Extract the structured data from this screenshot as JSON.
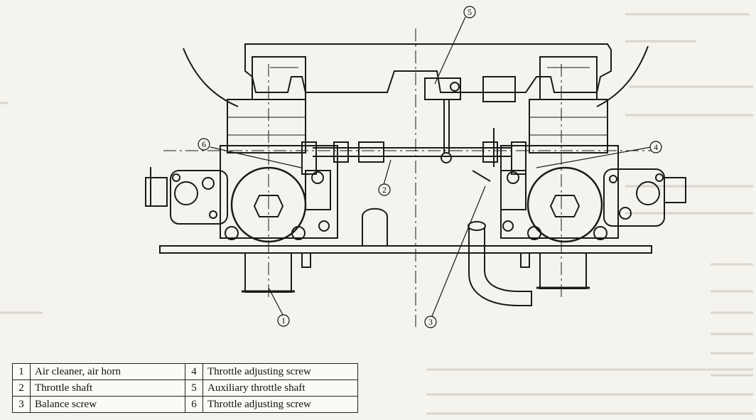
{
  "callouts": {
    "c1": "1",
    "c2": "2",
    "c3": "3",
    "c4": "4",
    "c5": "5",
    "c6": "6"
  },
  "legend": [
    {
      "num": "1",
      "label": "Air cleaner, air horn",
      "num2": "4",
      "label2": "Throttle adjusting screw"
    },
    {
      "num": "2",
      "label": "Throttle shaft",
      "num2": "5",
      "label2": "Auxiliary throttle shaft"
    },
    {
      "num": "3",
      "label": "Balance screw",
      "num2": "6",
      "label2": "Throttle adjusting screw"
    }
  ]
}
